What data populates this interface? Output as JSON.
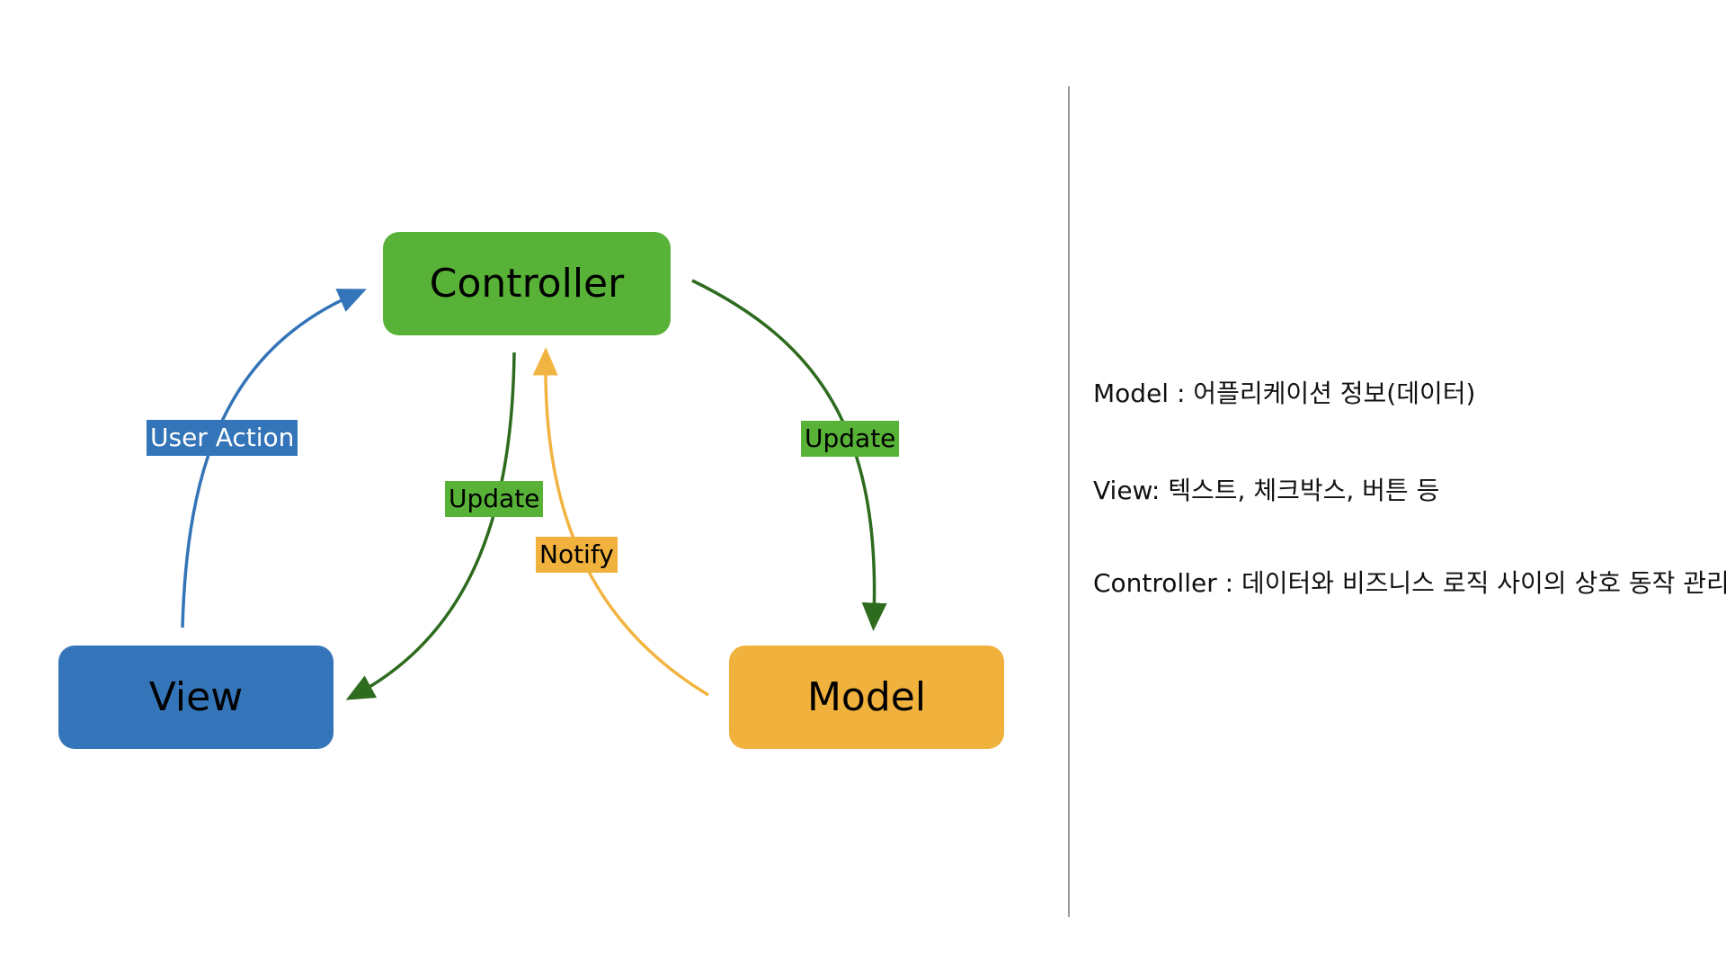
{
  "colors": {
    "controller": "#57b237",
    "view": "#3474b8",
    "model": "#f0b13d",
    "update_arrow": "#2d6b1e",
    "user_action_arrow": "#3474b8",
    "notify_arrow": "#f2b441",
    "divider": "#9a9a9a"
  },
  "diagram": {
    "nodes": {
      "controller": "Controller",
      "view": "View",
      "model": "Model"
    },
    "edges": {
      "user_action": "User Action",
      "update_controller_to_model": "Update",
      "update_controller_to_view": "Update",
      "notify": "Notify"
    }
  },
  "descriptions": {
    "model": "Model : 어플리케이션 정보(데이터)",
    "view": "View:  텍스트, 체크박스, 버튼 등",
    "controller": "Controller : 데이터와 비즈니스 로직 사이의 상호 동작 관리"
  }
}
